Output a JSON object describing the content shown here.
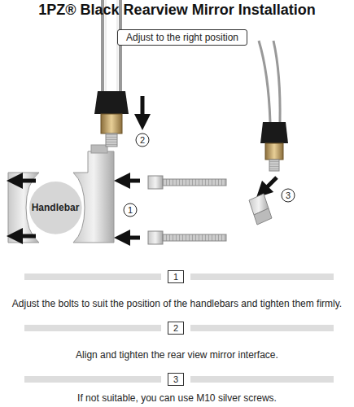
{
  "diagram": {
    "title": "1PZ® Black Rearview Mirror Installation",
    "nodes": [
      {
        "text": [
          "Adjust to the right position"
        ]
      },
      {
        "text": [
          "2"
        ]
      },
      {
        "text": [
          "Handlebar"
        ]
      },
      {
        "text": [
          "1"
        ]
      },
      {
        "text": [
          "3"
        ]
      },
      {
        "text": [
          "1"
        ]
      },
      {
        "text": [
          "2"
        ]
      },
      {
        "text": [
          "3"
        ]
      }
    ],
    "labels": [
      "Adjust the bolts to suit the position of the handlebars and tighten them firmly.",
      "Align and tighten the rear view mirror interface.",
      "If not suitable, you can use M10 silver screws."
    ]
  }
}
